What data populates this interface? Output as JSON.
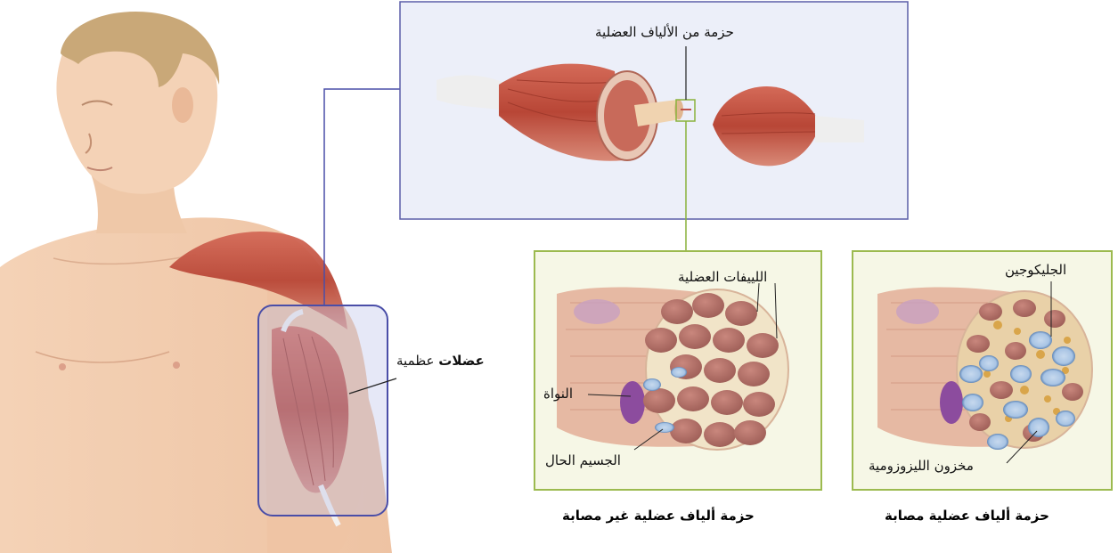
{
  "labels": {
    "bundle": "حزمة من الألياف العضلية",
    "skeletal_bold": "عضلات",
    "skeletal_rest": " عظمية",
    "myofibrils": "اللييفات العضلية",
    "nucleus": "النواة",
    "lysosome": "الجسيم الحال",
    "glycogen": "الجليكوجين",
    "lysosomal_store": "مخزون الليزوزومية"
  },
  "captions": {
    "unaffected": "حزمة ألياف عضلية غير مصابة",
    "affected": "حزمة ألياف عضلية مصابة"
  },
  "colors": {
    "skin": "#f2cdb0",
    "muscle": "#c4503f",
    "frame_blue": "#5b5fa8",
    "panel_green": "#9cba4f",
    "panel_bg": "#f6f7e6",
    "fiber": "#b9786f",
    "lysosome": "#8fb3d9",
    "glycogen": "#d9a54a"
  }
}
